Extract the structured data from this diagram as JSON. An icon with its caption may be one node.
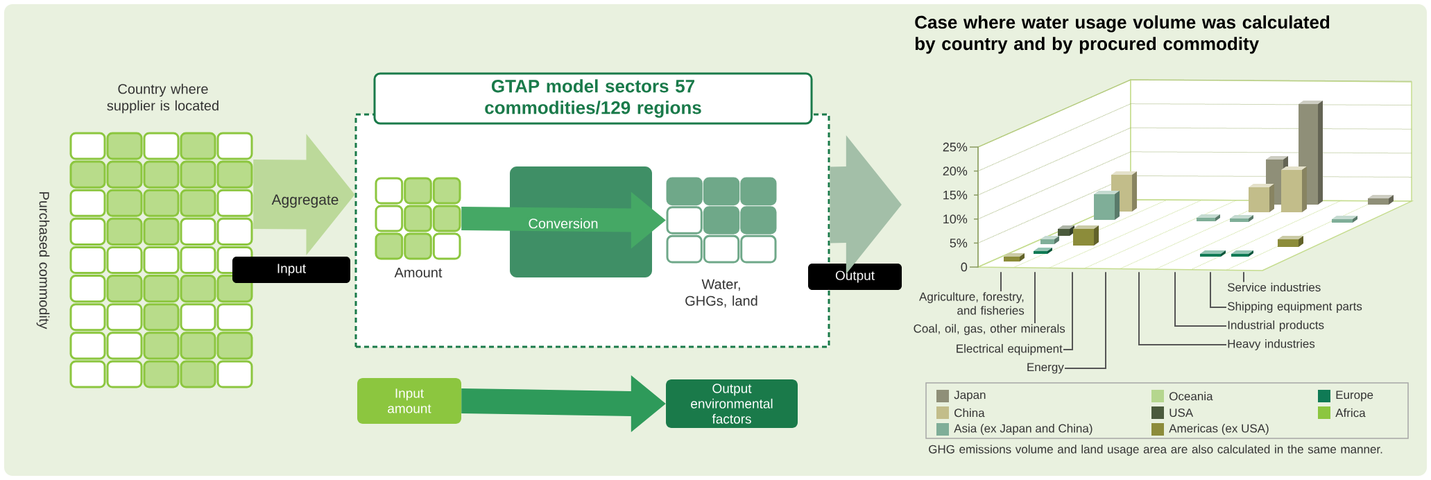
{
  "diagram": {
    "nodes": [
      {
        "text": [
          "Country where supplier is located",
          "Purchased commodity"
        ]
      },
      {
        "text": [
          "GTAP model sectors 57 commodities/129 regions"
        ]
      },
      {
        "text": [
          "Amount"
        ],
        "in": 1
      },
      {
        "text": [],
        "shape": "box",
        "in": 1
      },
      {
        "text": [
          "Water, GHGs, land"
        ],
        "in": 1
      },
      {
        "text": [
          "Input"
        ]
      },
      {
        "text": [
          "Output"
        ]
      },
      {
        "text": [
          "Case where water usage volume was calculated by country and by procured commodity"
        ]
      },
      {
        "text": [
          "Input amount"
        ]
      },
      {
        "text": [
          "Output environmental factors"
        ]
      },
      {
        "text": [
          "Agriculture, forestry, and fisheries"
        ]
      },
      {
        "text": [
          "Coal, oil, gas, other minerals"
        ]
      },
      {
        "text": [
          "Electrical equipment"
        ]
      },
      {
        "text": [
          "Energy"
        ]
      },
      {
        "text": [
          "Heavy industries"
        ]
      },
      {
        "text": [
          "Industrial products"
        ]
      },
      {
        "text": [
          "Shipping equipment parts"
        ]
      },
      {
        "text": [
          "Service industries"
        ]
      }
    ],
    "edges": [
      {
        "from": 0,
        "to": 1,
        "arrow": "to",
        "label": "Aggregate",
        "style": "thick",
        "color": "#bcd99a"
      },
      {
        "from": 2,
        "to": 4,
        "arrow": "to",
        "label": "Conversion",
        "style": "thick",
        "color": "#45a865"
      },
      {
        "from": 1,
        "to": 7,
        "arrow": "to",
        "style": "thick",
        "color": "#a3bfa8"
      },
      {
        "from": 8,
        "to": 9,
        "arrow": "to",
        "style": "thick",
        "color": "#2e9a5a"
      },
      {
        "from": 10,
        "to": 7,
        "arrow": "none"
      },
      {
        "from": 11,
        "to": 7,
        "arrow": "none"
      },
      {
        "from": 12,
        "to": 7,
        "arrow": "none"
      },
      {
        "from": 13,
        "to": 7,
        "arrow": "none"
      },
      {
        "from": 14,
        "to": 7,
        "arrow": "none"
      },
      {
        "from": 15,
        "to": 7,
        "arrow": "none"
      },
      {
        "from": 16,
        "to": 7,
        "arrow": "none"
      },
      {
        "from": 17,
        "to": 7,
        "arrow": "none"
      }
    ],
    "labels": [
      "25%",
      "20%",
      "15%",
      "10%",
      "5%",
      "0",
      "GHG emissions volume and land usage area are also calculated in the same manner."
    ],
    "legend": [
      {
        "text": "Japan",
        "color": "#8f8f78"
      },
      {
        "text": "Oceania",
        "color": "#b5d68e"
      },
      {
        "text": "Europe",
        "color": "#0f7a55"
      },
      {
        "text": "China",
        "color": "#c2bd8a"
      },
      {
        "text": "USA",
        "color": "#4a5a3c"
      },
      {
        "text": "Africa",
        "color": "#8cc63f"
      },
      {
        "text": "Asia (ex Japan and China)",
        "color": "#7fae98"
      },
      {
        "text": "Americas (ex USA)",
        "color": "#8c8c3a"
      }
    ]
  }
}
